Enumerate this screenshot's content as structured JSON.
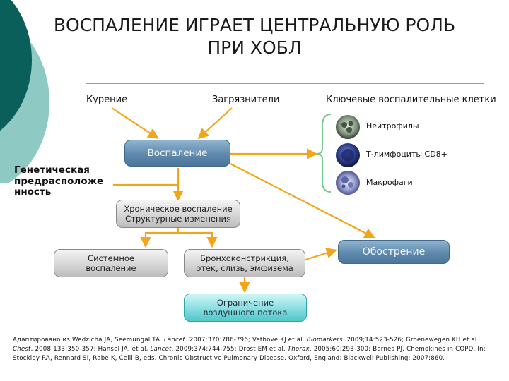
{
  "title_line1": "ВОСПАЛЕНИЕ ИГРАЕТ ЦЕНТРАЛЬНУЮ РОЛЬ",
  "title_line2": "ПРИ ХОБЛ",
  "factors": {
    "smoking": "Курение",
    "pollutants": "Загрязнители",
    "key_cells": "Ключевые воспалительные клетки"
  },
  "cells": [
    {
      "label": "Нейтрофилы",
      "icon": "neutrophil-icon"
    },
    {
      "label": "Т-лимфоциты CD8+",
      "icon": "lymphocyte-icon"
    },
    {
      "label": "Макрофаги",
      "icon": "macrophage-icon"
    }
  ],
  "genetic": {
    "line1": "Генетическая",
    "line2": "предрасположе",
    "line3": "нность"
  },
  "boxes": {
    "inflammation": "Воспаление",
    "chronic_line1": "Хроническое воспаление",
    "chronic_line2": "Структурные изменения",
    "systemic_line1": "Системное",
    "systemic_line2": "воспаление",
    "broncho_line1": "Бронхоконстрикция,",
    "broncho_line2": "отек, слизь, эмфизема",
    "exacerbation": "Обострение",
    "airflow_line1": "Ограничение",
    "airflow_line2": "воздушного потока"
  },
  "citation": {
    "p1": "Адаптировано из Wedzicha JA, Seemungal TA. ",
    "j1": "Lancet",
    "p2": ". 2007;370:786-796; Vethove KJ et al. ",
    "j2": "Biomarkers",
    "p3": ". 2009;14:523-526; Groenewegen KH et al. ",
    "j3": "Chest",
    "p4": ". 2008;133:350-357; Hansel JA, et al. ",
    "j4": "Lancet",
    "p5": ". 2009;374:744-755; Drost EM et al. ",
    "j5": "Thorax",
    "p6": ". 2005;60:293-300; Barnes PJ. Chemokines in COPD. In: Stockley RA, Rennard SI, Rabe K, Celli B, eds. Chronic Obstructive Pulmonary Disease. Oxford, England: Blackwell Publishing; 2007:860."
  },
  "colors": {
    "arrow": "#f2a516",
    "dark_teal": "#0b5f5b",
    "light_teal": "#8ec9c3",
    "box_blue": "#5f89ad",
    "box_teal": "#4fc8cc"
  }
}
